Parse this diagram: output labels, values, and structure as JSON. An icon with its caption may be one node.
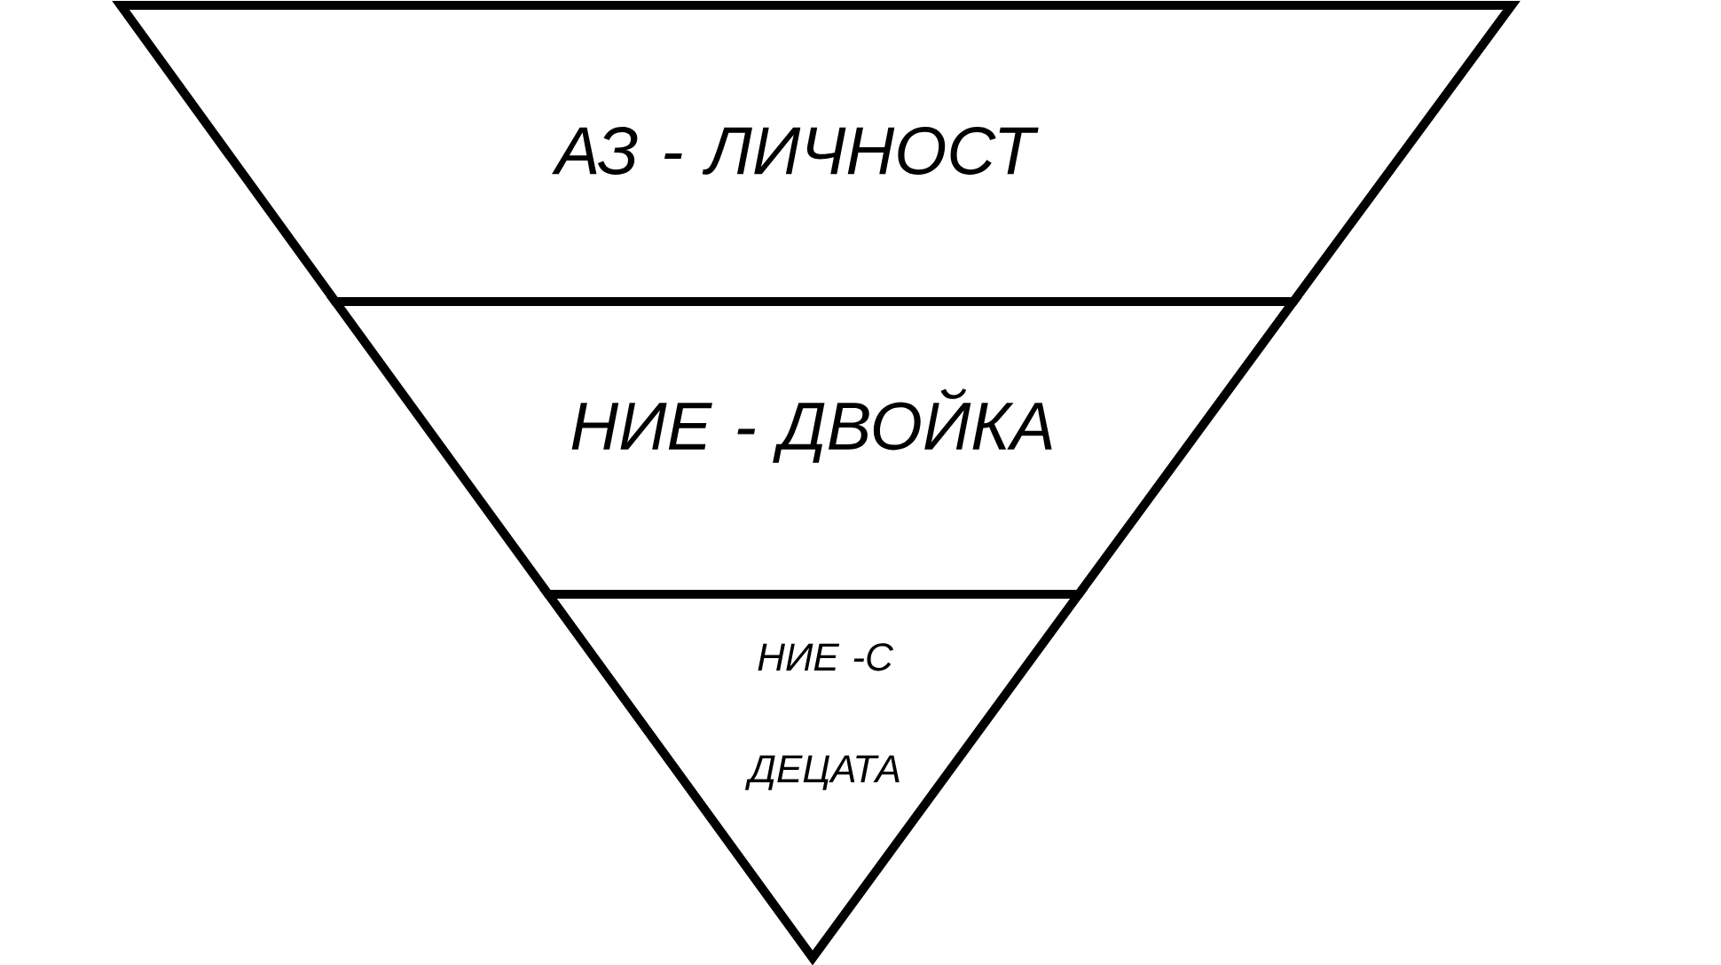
{
  "diagram": {
    "nodes": [
      {
        "text": [
          "АЗ - ЛИЧНОСТ"
        ]
      },
      {
        "text": [
          "НИЕ - ДВОЙКА"
        ]
      },
      {
        "text": [
          "НИЕ -С ДЕЦАТА"
        ]
      }
    ]
  }
}
